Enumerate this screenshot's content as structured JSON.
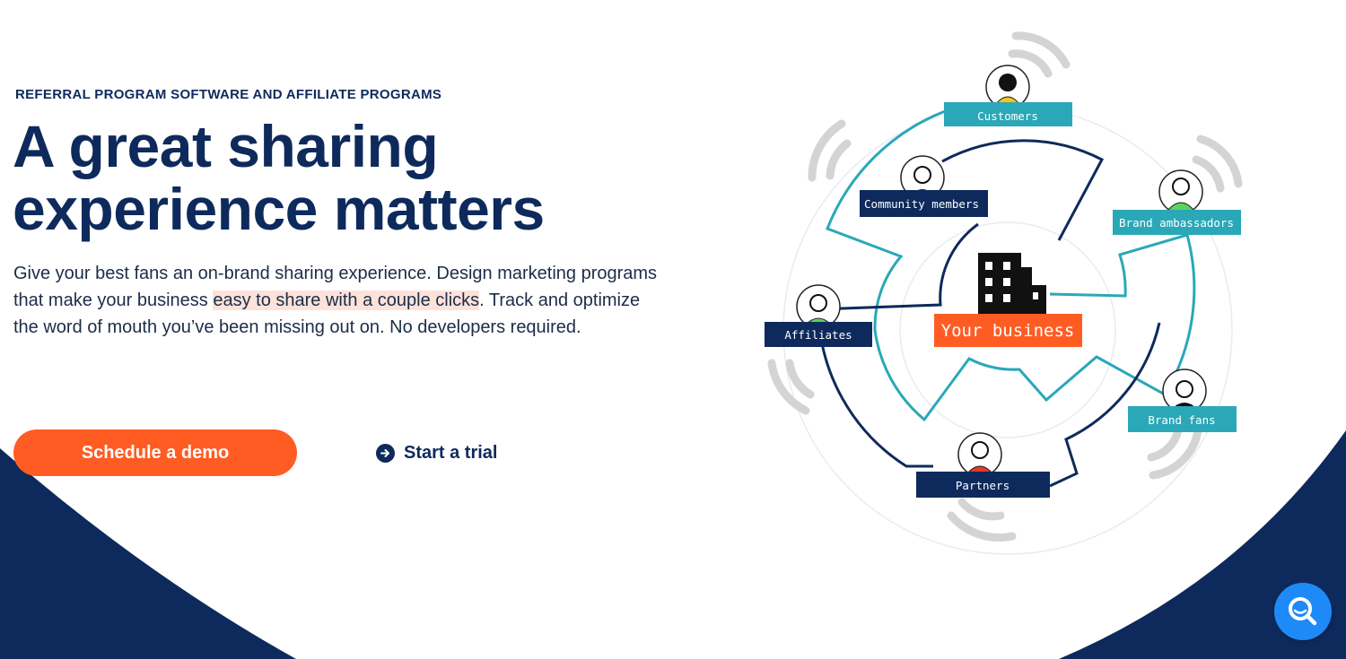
{
  "hero": {
    "eyebrow": "REFERRAL PROGRAM SOFTWARE AND AFFILIATE PROGRAMS",
    "headline_line1": "A great sharing",
    "headline_line2": "experience matters",
    "body_before": "Give your best fans an on-brand sharing experience. Design marketing programs that make your business ",
    "body_highlight": "easy to share with a couple clicks",
    "body_after": ". Track and optimize the word of mouth you’ve been missing out on. No developers required.",
    "primary_cta": "Schedule a demo",
    "secondary_cta": "Start a trial"
  },
  "diagram": {
    "center_label": "Your business",
    "nodes": {
      "customers": "Customers",
      "community_members": "Community members",
      "brand_ambassadors": "Brand ambassadors",
      "affiliates": "Affiliates",
      "brand_fans": "Brand fans",
      "partners": "Partners"
    }
  },
  "colors": {
    "navy": "#0e2a5c",
    "accent_orange": "#ff5c24",
    "teal": "#2aa8b8",
    "highlight": "#fde2da",
    "search_blue": "#1e8af7"
  },
  "icons": {
    "trial_arrow": "arrow-right-circle-icon",
    "search_fab": "search-icon"
  }
}
